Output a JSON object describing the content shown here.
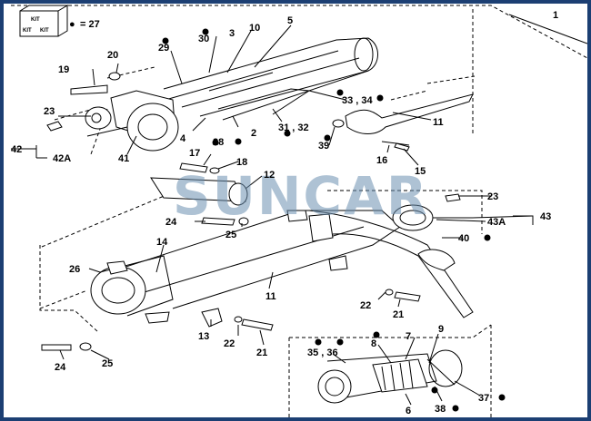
{
  "kit_legend": {
    "icon": "kit-box-icon",
    "symbol": "●",
    "text": "= 27",
    "kit_words": [
      "KIT",
      "KIT",
      "KIT"
    ]
  },
  "watermark": "SUNCAR",
  "labels": {
    "l1": "1",
    "l3": "3",
    "l5": "5",
    "l10": "10",
    "l20": "20",
    "l19": "19",
    "l29": "29",
    "l30": "30",
    "l23a": "23",
    "l42": "42",
    "l42a": "42A",
    "l33_34": "33 , 34",
    "l11a": "11",
    "l4": "4",
    "l28": "28",
    "l2": "2",
    "l31_32": "31 , 32",
    "l39": "39",
    "l41": "41",
    "l16": "16",
    "l15": "15",
    "l17": "17",
    "l18": "18",
    "l12": "12",
    "l23b": "23",
    "l43": "43",
    "l43a": "43A",
    "l24a": "24",
    "l25a": "25",
    "l40": "40",
    "l14": "14",
    "l26": "26",
    "l11b": "11",
    "l22a": "22",
    "l21a": "21",
    "l13": "13",
    "l22b": "22",
    "l21b": "21",
    "l24b": "24",
    "l25b": "25",
    "l35_36": "35 , 36",
    "l8": "8",
    "l7": "7",
    "l9": "9",
    "l6": "6",
    "l38": "38",
    "l37": "37"
  },
  "colors": {
    "border": "#1c3f73",
    "line": "#000000",
    "watermark": "#6b8fb0"
  }
}
